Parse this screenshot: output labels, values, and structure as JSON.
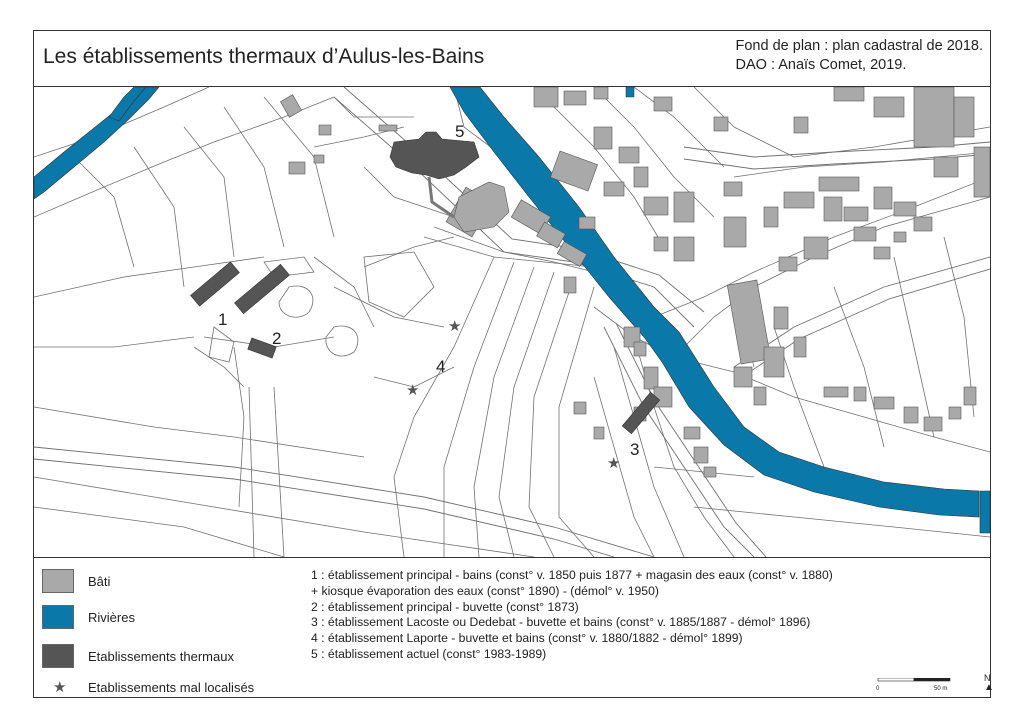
{
  "title": "Les établissements thermaux d’Aulus-les-Bains",
  "credits": [
    "Fond de plan : plan cadastral de 2018.",
    "DAO : Anaïs Comet, 2019."
  ],
  "colors": {
    "bati": "#a9a9a9",
    "rivieres": "#0a78a8",
    "etablissements": "#555555",
    "parcel_line": "#707070"
  },
  "legend": {
    "bati": "Bâti",
    "rivieres": "Rivières",
    "etablissements": "Etablissements thermaux",
    "mal_localises": "Etablissements mal localisés"
  },
  "notes": [
    "1 : établissement principal - bains (const° v. 1850 puis 1877 + magasin des eaux (const° v. 1880)",
    "+ kiosque évaporation des eaux (const° 1890) - (démol° v. 1950)",
    "2 : établissement principal - buvette (const° 1873)",
    "3 : établissement Lacoste ou Dedebat - buvette et bains (const° v. 1885/1887 - démol° 1896)",
    "4 : établissement Laporte - buvette et bains (const° v. 1880/1882 - démol° 1899)",
    "5 : établissement actuel (const° 1983-1989)"
  ],
  "map_labels": {
    "l1": "1",
    "l2": "2",
    "l3": "3",
    "l4": "4",
    "l5": "5"
  },
  "scale": {
    "start": "0",
    "end": "50 m"
  },
  "north": "N"
}
